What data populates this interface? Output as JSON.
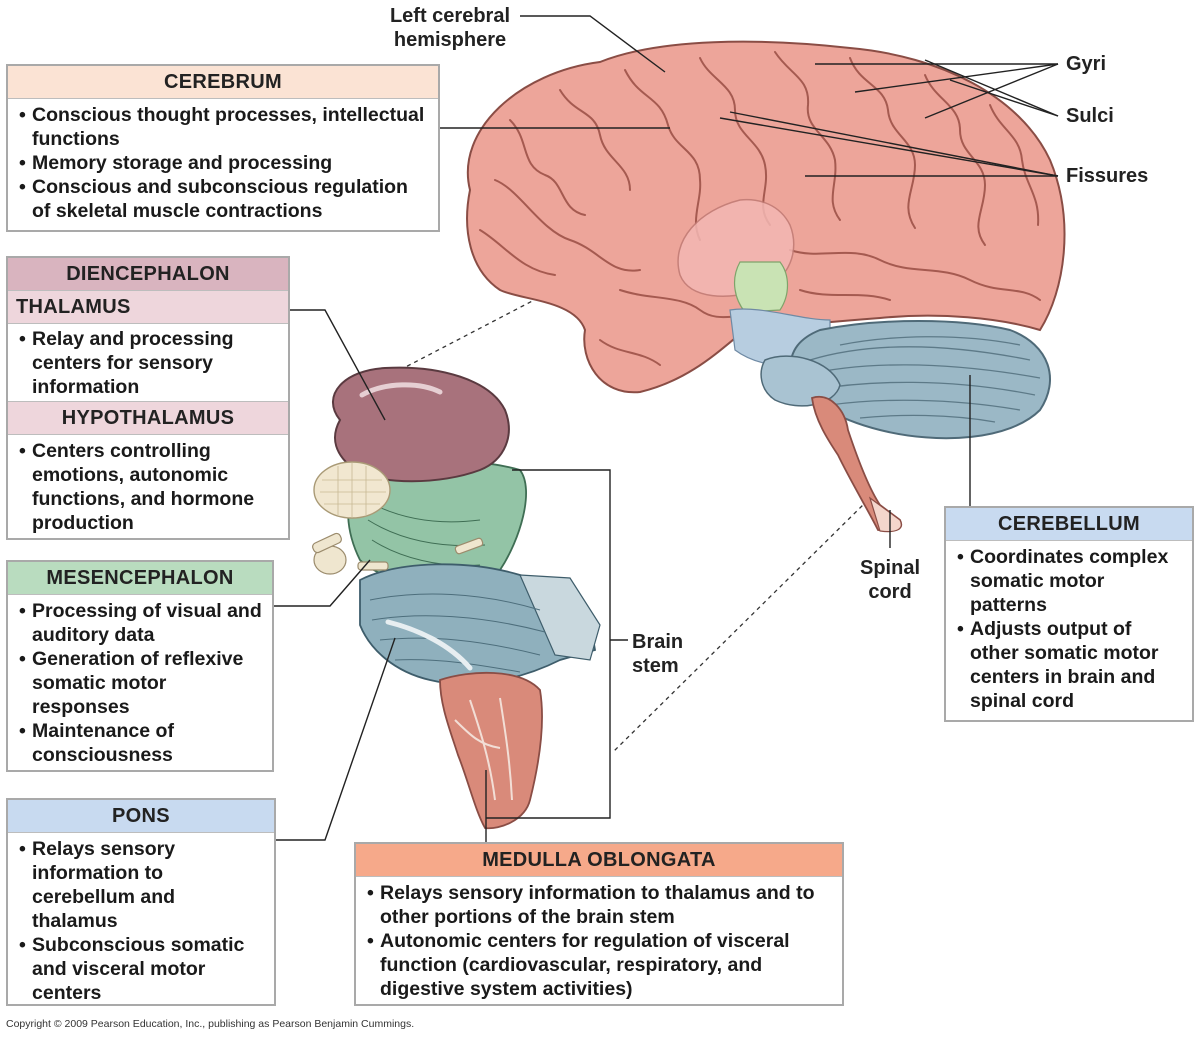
{
  "labels": {
    "left_cerebral_hemisphere": "Left cerebral\nhemisphere",
    "gyri": "Gyri",
    "sulci": "Sulci",
    "fissures": "Fissures",
    "spinal_cord": "Spinal\ncord",
    "brain_stem": "Brain\nstem"
  },
  "boxes": {
    "cerebrum": {
      "title": "CEREBRUM",
      "items": [
        "Conscious thought processes, intellectual functions",
        "Memory storage and processing",
        "Conscious and subconscious regulation of skeletal muscle contractions"
      ]
    },
    "diencephalon": {
      "title": "DIENCEPHALON"
    },
    "thalamus": {
      "title": "THALAMUS",
      "items": [
        "Relay and processing centers for sensory information"
      ]
    },
    "hypothalamus": {
      "title": "HYPOTHALAMUS",
      "items": [
        "Centers controlling emotions, autonomic functions, and hormone production"
      ]
    },
    "mesencephalon": {
      "title": "MESENCEPHALON",
      "items": [
        "Processing of visual and auditory data",
        "Generation of reflexive somatic motor responses",
        "Maintenance of consciousness"
      ]
    },
    "pons": {
      "title": "PONS",
      "items": [
        "Relays sensory information to cerebellum and thalamus",
        "Subconscious somatic and visceral motor centers"
      ]
    },
    "medulla": {
      "title": "MEDULLA OBLONGATA",
      "items": [
        "Relays sensory information to thalamus and to other portions of the brain stem",
        "Autonomic centers for regulation of visceral function (cardiovascular, respiratory, and digestive system activities)"
      ]
    },
    "cerebellum": {
      "title": "CEREBELLUM",
      "items": [
        "Coordinates complex somatic motor patterns",
        "Adjusts output of other somatic motor centers in brain and spinal cord"
      ]
    }
  },
  "colors": {
    "cerebrum_header": "#fbe3d4",
    "diencephalon_header": "#d9b4bf",
    "thalamus_header": "#eed6dc",
    "mesencephalon_header": "#b9dcbf",
    "pons_header": "#c8daf0",
    "medulla_header": "#f6a98a",
    "cerebellum_header": "#c8daf0",
    "brain_surface": "#eda59a",
    "cerebellum_tissue": "#9bb8c6",
    "thalamus_tissue": "#a8727c",
    "brainstem_tissue": "#8fb0bd",
    "midbrain_tissue": "#93c4a6",
    "medulla_tissue": "#d98a7a"
  },
  "copyright": "Copyright © 2009 Pearson Education, Inc., publishing as Pearson Benjamin Cummings."
}
